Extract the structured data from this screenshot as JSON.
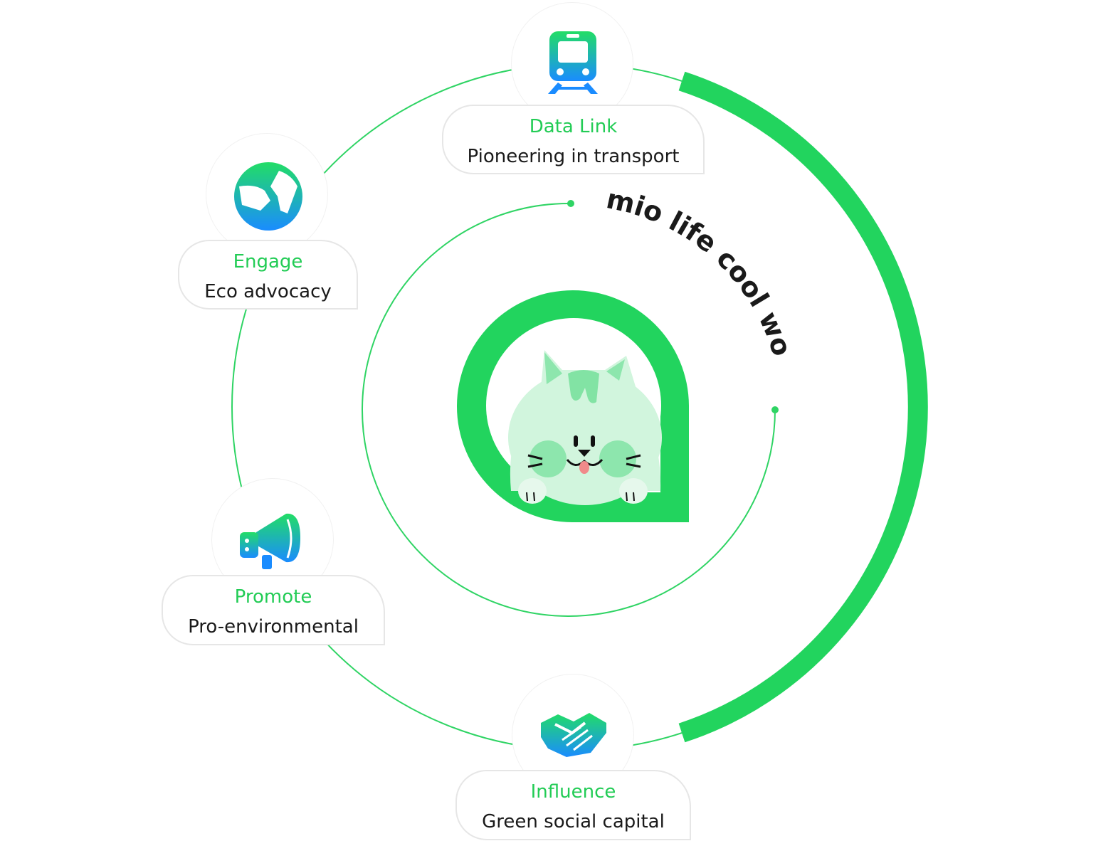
{
  "brand": {
    "arc_text": "mio life cool world",
    "accent_color": "#22d45e",
    "line_color": "#2fd464",
    "icon_gradient": [
      "#22dd66",
      "#1a8cff"
    ]
  },
  "nodes": [
    {
      "id": "data-link",
      "title": "Data Link",
      "description": "Pioneering in transport",
      "icon": "train-icon"
    },
    {
      "id": "engage",
      "title": "Engage",
      "description": "Eco advocacy",
      "icon": "globe-icon"
    },
    {
      "id": "promote",
      "title": "Promote",
      "description": "Pro-environmental",
      "icon": "megaphone-icon"
    },
    {
      "id": "influence",
      "title": "Influence",
      "description": "Green social capital",
      "icon": "handshake-icon"
    }
  ],
  "mascot": {
    "icon": "cat-mascot-icon"
  }
}
